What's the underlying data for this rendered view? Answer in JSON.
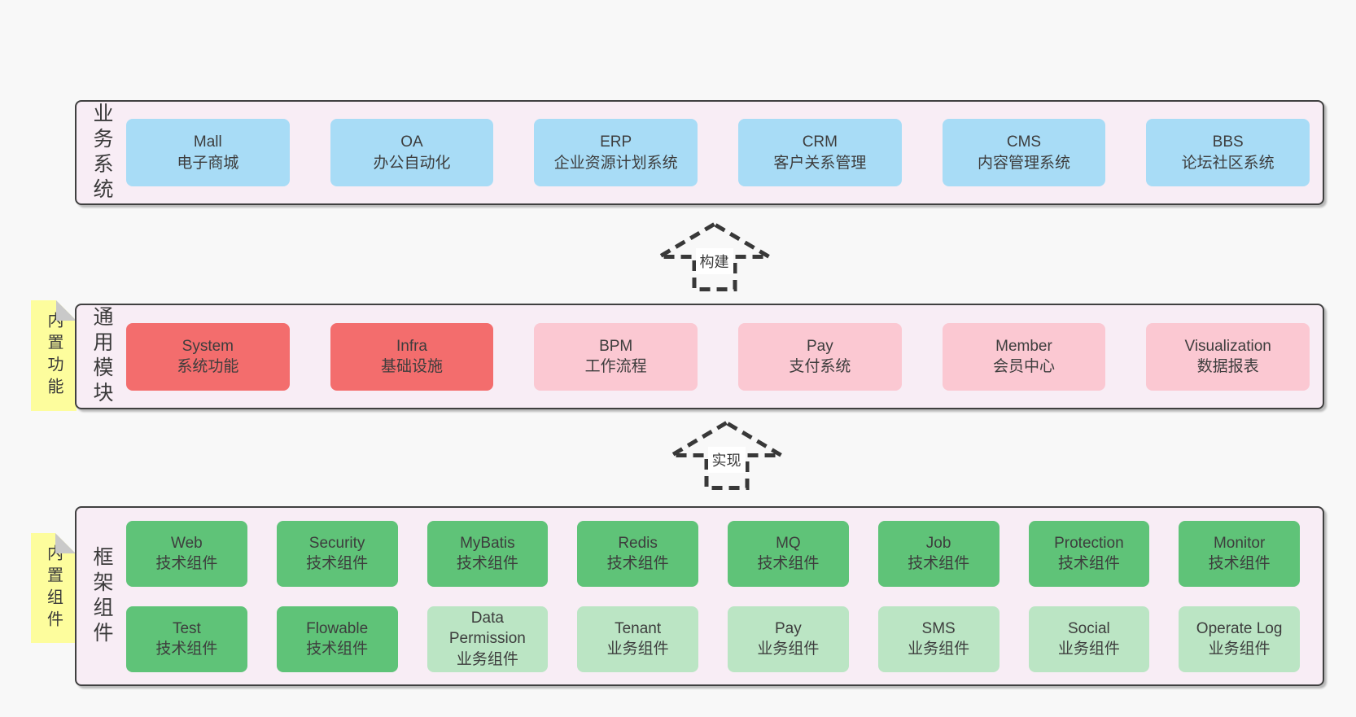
{
  "colors": {
    "page_bg": "#F8F8F8",
    "panel_bg": "#F8EDF5",
    "panel_border": "#404040",
    "blue": "#A8DCF6",
    "red": "#F36D6D",
    "pink": "#FBC8D2",
    "green": "#5FC378",
    "light_green": "#BBE5C4",
    "note_yellow": "#FDFD9D",
    "fold_gray": "#C9C9C9",
    "text": "#3D3D3D"
  },
  "arrows": [
    {
      "label": "构建"
    },
    {
      "label": "实现"
    }
  ],
  "layers": [
    {
      "side_label": "业务系统",
      "boxes": [
        {
          "title": "Mall",
          "subtitle": "电子商城",
          "variant": "blue"
        },
        {
          "title": "OA",
          "subtitle": "办公自动化",
          "variant": "blue"
        },
        {
          "title": "ERP",
          "subtitle": "企业资源计划系统",
          "variant": "blue"
        },
        {
          "title": "CRM",
          "subtitle": "客户关系管理",
          "variant": "blue"
        },
        {
          "title": "CMS",
          "subtitle": "内容管理系统",
          "variant": "blue"
        },
        {
          "title": "BBS",
          "subtitle": "论坛社区系统",
          "variant": "blue"
        }
      ]
    },
    {
      "side_label": "通用模块",
      "note": "内置功能",
      "boxes": [
        {
          "title": "System",
          "subtitle": "系统功能",
          "variant": "red"
        },
        {
          "title": "Infra",
          "subtitle": "基础设施",
          "variant": "red"
        },
        {
          "title": "BPM",
          "subtitle": "工作流程",
          "variant": "pink"
        },
        {
          "title": "Pay",
          "subtitle": "支付系统",
          "variant": "pink"
        },
        {
          "title": "Member",
          "subtitle": "会员中心",
          "variant": "pink"
        },
        {
          "title": "Visualization",
          "subtitle": "数据报表",
          "variant": "pink"
        }
      ]
    },
    {
      "side_label": "框架组件",
      "note": "内置组件",
      "boxes": [
        {
          "title": "Web",
          "subtitle": "技术组件",
          "variant": "green"
        },
        {
          "title": "Security",
          "subtitle": "技术组件",
          "variant": "green"
        },
        {
          "title": "MyBatis",
          "subtitle": "技术组件",
          "variant": "green"
        },
        {
          "title": "Redis",
          "subtitle": "技术组件",
          "variant": "green"
        },
        {
          "title": "MQ",
          "subtitle": "技术组件",
          "variant": "green"
        },
        {
          "title": "Job",
          "subtitle": "技术组件",
          "variant": "green"
        },
        {
          "title": "Protection",
          "subtitle": "技术组件",
          "variant": "green"
        },
        {
          "title": "Monitor",
          "subtitle": "技术组件",
          "variant": "green"
        },
        {
          "title": "Test",
          "subtitle": "技术组件",
          "variant": "green"
        },
        {
          "title": "Flowable",
          "subtitle": "技术组件",
          "variant": "green"
        },
        {
          "title": "Data Permission",
          "subtitle": "业务组件",
          "variant": "light_green"
        },
        {
          "title": "Tenant",
          "subtitle": "业务组件",
          "variant": "light_green"
        },
        {
          "title": "Pay",
          "subtitle": "业务组件",
          "variant": "light_green"
        },
        {
          "title": "SMS",
          "subtitle": "业务组件",
          "variant": "light_green"
        },
        {
          "title": "Social",
          "subtitle": "业务组件",
          "variant": "light_green"
        },
        {
          "title": "Operate Log",
          "subtitle": "业务组件",
          "variant": "light_green"
        }
      ]
    }
  ]
}
